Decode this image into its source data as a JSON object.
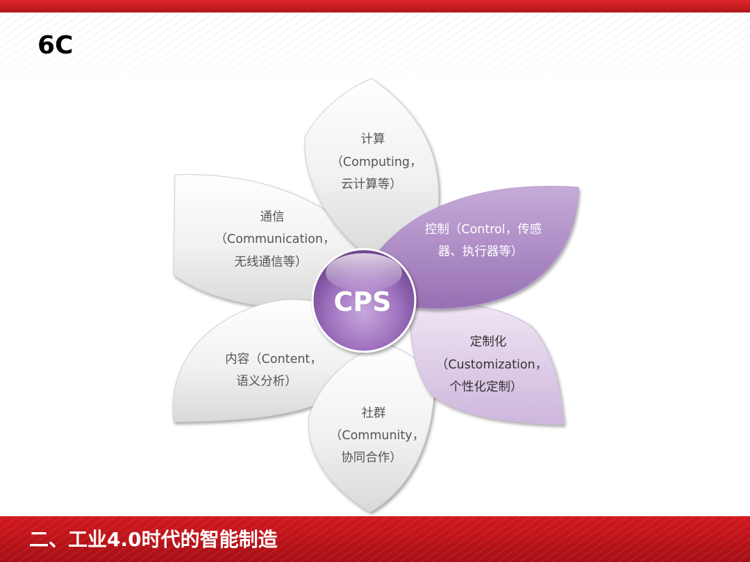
{
  "slide": {
    "title": "6C",
    "section_title": "二、工业4.0时代的智能制造"
  },
  "diagram": {
    "center_label": "CPS",
    "petals": [
      {
        "id": "computing",
        "lines": [
          "计算",
          "（Computing，",
          "云计算等）"
        ],
        "style": "grey"
      },
      {
        "id": "control",
        "lines": [
          "控制（Control，传感",
          "器、执行器等）"
        ],
        "style": "purple"
      },
      {
        "id": "customization",
        "lines": [
          "定制化",
          "（Customization，",
          "个性化定制）"
        ],
        "style": "lavender"
      },
      {
        "id": "community",
        "lines": [
          "社群",
          "（Community，",
          "协同合作）"
        ],
        "style": "grey"
      },
      {
        "id": "content",
        "lines": [
          "内容（Content，",
          "语义分析）"
        ],
        "style": "grey"
      },
      {
        "id": "communication",
        "lines": [
          "通信",
          "（Communication，",
          "无线通信等）"
        ],
        "style": "grey"
      }
    ]
  },
  "colors": {
    "band_red": "#c8161d",
    "petal_purple": "#a77fc0",
    "petal_lavender": "#dccbe6",
    "petal_grey": "#e6e6e6",
    "center_purple": "#8a5fa8"
  }
}
